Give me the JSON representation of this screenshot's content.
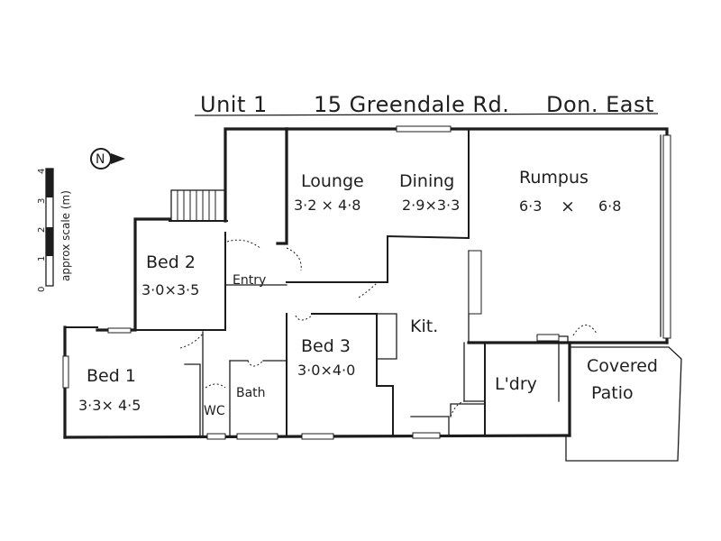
{
  "title": {
    "unit": "Unit 1",
    "address": "15 Greendale Rd.",
    "suburb": "Don. East"
  },
  "compass": {
    "label": "N",
    "icon": "north-arrow-icon"
  },
  "scale": {
    "label": "approx scale (m)",
    "ticks": [
      "0",
      "1",
      "2",
      "3",
      "4"
    ]
  },
  "rooms": {
    "lounge": {
      "name": "Lounge",
      "dims": "3·2 × 4·8"
    },
    "dining": {
      "name": "Dining",
      "dims": "2·9×3·3"
    },
    "rumpus": {
      "name": "Rumpus",
      "dims_w": "6·3",
      "dims_sep": "×",
      "dims_h": "6·8"
    },
    "bed2": {
      "name": "Bed 2",
      "dims": "3·0×3·5"
    },
    "entry": {
      "name": "Entry"
    },
    "kitchen": {
      "name": "Kit."
    },
    "bed3": {
      "name": "Bed 3",
      "dims": "3·0×4·0"
    },
    "bed1": {
      "name": "Bed 1",
      "dims": "3·3× 4·5"
    },
    "bath": {
      "name": "Bath"
    },
    "wc": {
      "name": "WC"
    },
    "laundry": {
      "name": "L'dry"
    },
    "patio": {
      "name1": "Covered",
      "name2": "Patio"
    }
  }
}
